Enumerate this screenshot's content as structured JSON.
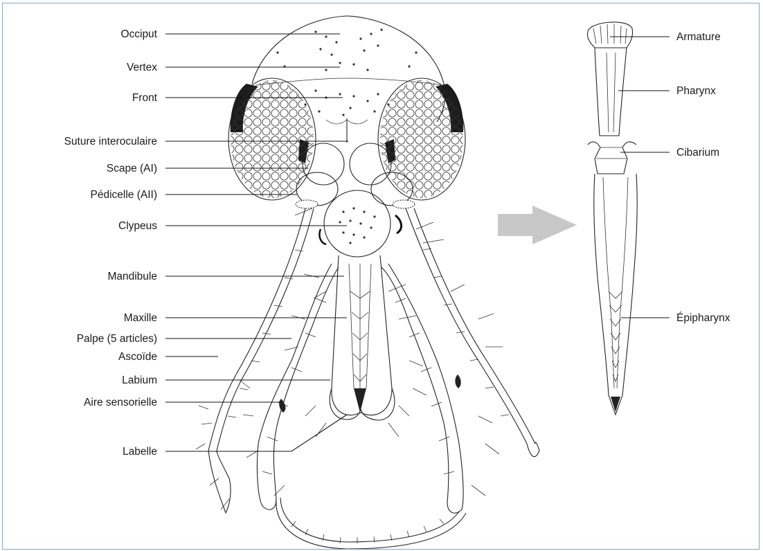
{
  "labels_left": [
    "Occiput",
    "Vertex",
    "Front",
    "Suture interoculaire",
    "Scape (AI)",
    "Pédicelle (AII)",
    "Clypeus",
    "Mandibule",
    "Maxille",
    "Palpe (5 articles)",
    "Ascoïde",
    "Labium",
    "Aire sensorielle",
    "Labelle"
  ],
  "labels_right": [
    "Armature",
    "Pharynx",
    "Cibarium",
    "Épipharynx"
  ],
  "colors": {
    "frame_border": "#7fa8c4",
    "arrow": "#c8c8c8",
    "ink": "#222222"
  }
}
